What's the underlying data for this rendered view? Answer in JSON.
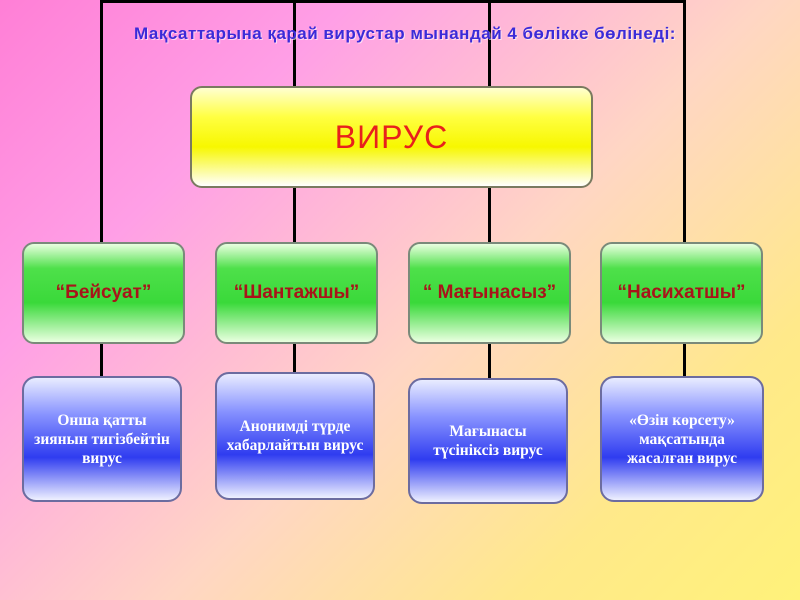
{
  "slide": {
    "title": "Мақсаттарына  қарай  вирустар  мынандай  4  бөлікке бөлінеді:",
    "root_label": "ВИРУС",
    "categories": [
      {
        "label": "“Бейсуат”",
        "description": "Онша қатты зиянын тигізбейтін вирус"
      },
      {
        "label": "“Шантажшы”",
        "description": "Анонимді түрде хабарлайтын вирус"
      },
      {
        "label": "“ Мағынасыз”",
        "description": "Мағынасы түсініксіз вирус"
      },
      {
        "label": "“Насихатшы”",
        "description": "«Өзін  көрсету» мақсатында жасалған вирус"
      }
    ]
  },
  "colors": {
    "title": "#3b2bd8",
    "root_text": "#e8201c",
    "category_text": "#a8141a",
    "description_text": "#ffffff",
    "connector": "#000000"
  }
}
